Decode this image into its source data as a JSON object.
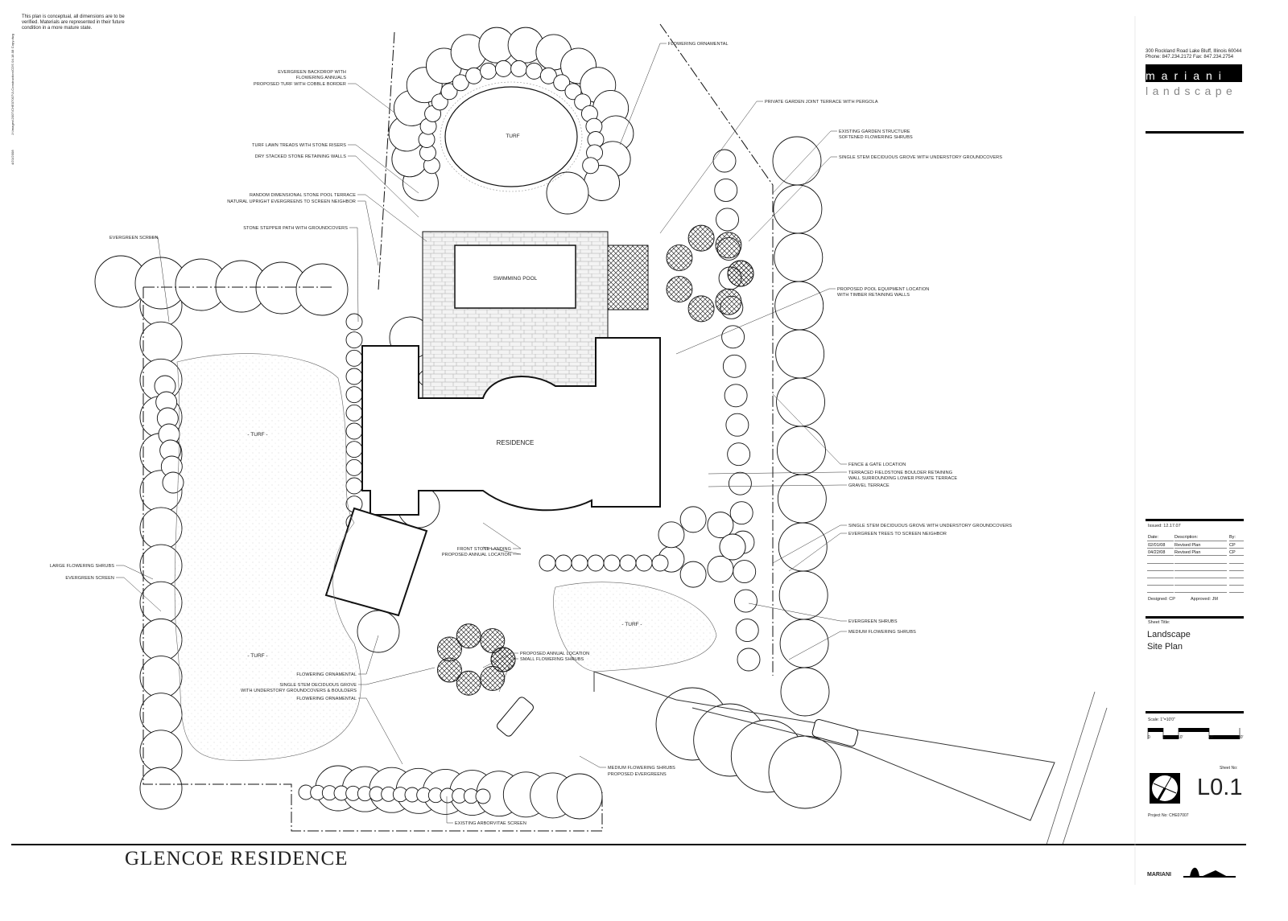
{
  "project_title": "GLENCOE RESIDENCE",
  "notes": {
    "disclaimer": "This plan is conceptual, all dimensions are to be verified. Materials are represented in their future condition in a more mature state.",
    "file_path": "J:\\Images\\2007\\CHE07007\\3-Construction\\CDS 04.18.08 Copy.dwg",
    "date": "4/21/2008"
  },
  "firm": {
    "address": "300 Rockland Road   Lake Bluff, Illinois 60044",
    "phone": "Phone:  847.234.2172     Fax:  847.234.2754",
    "logo_top": "mariani",
    "logo_bottom": "landscape",
    "footer_logo": "MARIANI"
  },
  "title_block": {
    "issued": "Issued:  12.17.07",
    "revisions_header": {
      "date": "Date:",
      "description": "Description:",
      "by": "By:"
    },
    "revisions": [
      {
        "date": "02/01/08",
        "description": "Revised Plan",
        "by": "CP"
      },
      {
        "date": "04/22/08",
        "description": "Revised Plan",
        "by": "CP"
      }
    ],
    "designed": "Designed:  CP",
    "approved": "Approved:  JM",
    "sheet_title_label": "Sheet Title:",
    "sheet_title_1": "Landscape",
    "sheet_title_2": "Site Plan",
    "scale": "Scale:  1\"=10'0\"",
    "scale_ticks": [
      "0",
      "5'",
      "10'",
      "20'",
      "30'"
    ],
    "sheet_no_label": "Sheet No:",
    "sheet_no": "L0.1",
    "project_no": "Project No:  CHE07007"
  },
  "areas": {
    "turf_top": "TURF",
    "pool": "SWIMMING POOL",
    "residence": "RESIDENCE",
    "turf_west": "- TURF -",
    "turf_southwest": "- TURF -",
    "turf_front": "- TURF -"
  },
  "callouts_left": [
    "EVERGREEN BACKDROP WITH",
    "FLOWERING ANNUALS",
    "PROPOSED TURF WITH COBBLE BORDER",
    "TURF LAWN TREADS WITH STONE RISERS",
    "DRY STACKED STONE RETAINING WALLS",
    "RANDOM DIMENSIONAL STONE POOL TERRACE",
    "NATURAL UPRIGHT EVERGREENS TO SCREEN NEIGHBOR",
    "STONE STEPPER PATH WITH GROUNDCOVERS",
    "EVERGREEN SCREEN",
    "LARGE FLOWERING SHRUBS",
    "EVERGREEN SCREEN",
    "FLOWERING ORNAMENTAL",
    "SINGLE STEM DECIDUOUS GROVE",
    "WITH UNDERSTORY GROUNDCOVERS & BOULDERS",
    "FLOWERING ORNAMENTAL",
    "FRONT STONE LANDING",
    "PROPOSED ANNUAL LOCATION"
  ],
  "callouts_right": [
    "FLOWERING ORNAMENTAL",
    "PRIVATE GARDEN JOINT TERRACE WITH PERGOLA",
    "EXISTING GARDEN STRUCTURE",
    "SOFTENED FLOWERING SHRUBS",
    "SINGLE STEM DECIDUOUS GROVE WITH UNDERSTORY GROUNDCOVERS",
    "PROPOSED POOL EQUIPMENT LOCATION",
    "WITH TIMBER RETAINING WALLS",
    "FENCE & GATE LOCATION",
    "TERRACED FIELDSTONE BOULDER RETAINING",
    "WALL SURROUNDING LOWER PRIVATE TERRACE",
    "GRAVEL TERRACE",
    "SINGLE STEM DECIDUOUS GROVE WITH UNDERSTORY GROUNDCOVERS",
    "EVERGREEN TREES TO SCREEN NEIGHBOR",
    "EVERGREEN SHRUBS",
    "MEDIUM FLOWERING SHRUBS",
    "PROPOSED ANNUAL LOCATION",
    "SMALL FLOWERING SHRUBS",
    "MEDIUM FLOWERING SHRUBS",
    "PROPOSED EVERGREENS",
    "EXISTING ARBORVITAE SCREEN"
  ]
}
